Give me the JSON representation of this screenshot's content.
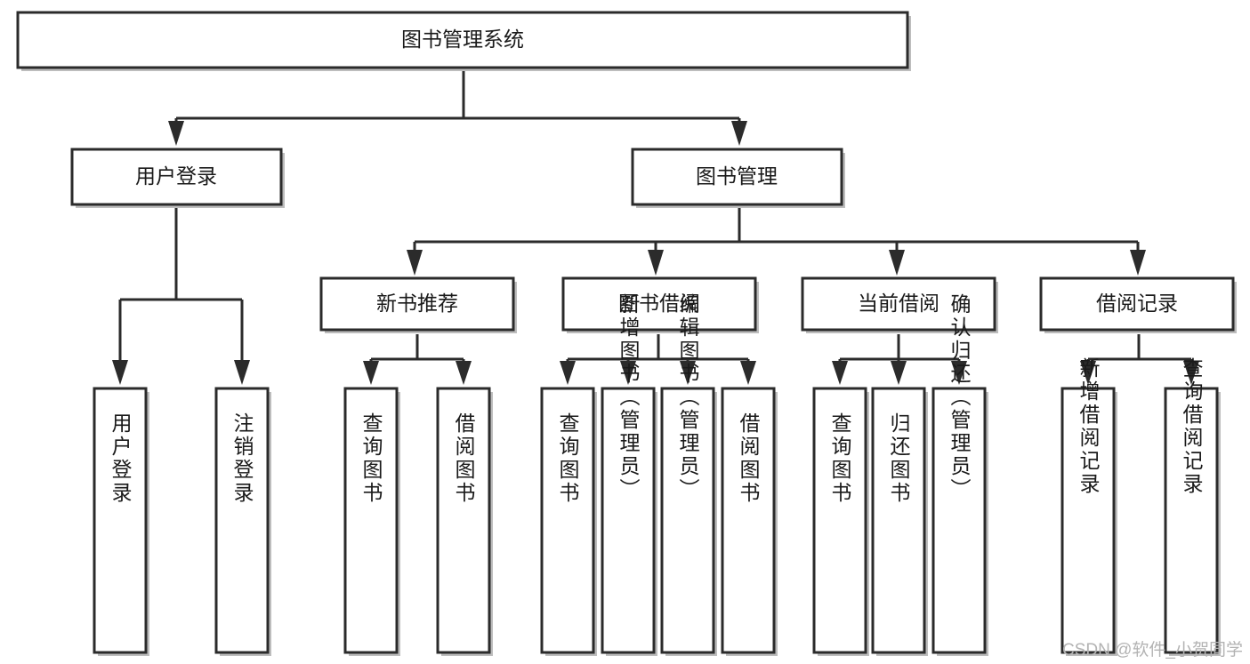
{
  "diagram": {
    "type": "tree-hierarchy-chart",
    "title": "图书管理系统",
    "colors": {
      "stroke": "#2b2b2b",
      "fill": "#ffffff",
      "text": "#1a1a1a",
      "shadow": "#bdbdbd",
      "watermark": "#b3b3b3"
    },
    "levels": {
      "level1": {
        "nodes": [
          {
            "id": "root",
            "label": "图书管理系统"
          }
        ]
      },
      "level2": {
        "nodes": [
          {
            "id": "user-login",
            "label": "用户登录"
          },
          {
            "id": "book-manage",
            "label": "图书管理"
          }
        ]
      },
      "level3": {
        "nodes": [
          {
            "id": "new-book-rec",
            "label": "新书推荐"
          },
          {
            "id": "book-borrow",
            "label": "图书借阅"
          },
          {
            "id": "current-borrow",
            "label": "当前借阅"
          },
          {
            "id": "borrow-record",
            "label": "借阅记录"
          }
        ]
      },
      "level4": {
        "nodes": [
          {
            "id": "leaf-user-login",
            "label": "用户登录",
            "parent": "user-login"
          },
          {
            "id": "leaf-logout-login",
            "label": "注销登录",
            "parent": "user-login"
          },
          {
            "id": "leaf-query-book-1",
            "label": "查询图书",
            "parent": "new-book-rec"
          },
          {
            "id": "leaf-borrow-book-1",
            "label": "借阅图书",
            "parent": "new-book-rec"
          },
          {
            "id": "leaf-query-book-2",
            "label": "查询图书",
            "parent": "book-borrow"
          },
          {
            "id": "leaf-add-book",
            "label": "新增图书（管理员）",
            "parent": "book-borrow"
          },
          {
            "id": "leaf-edit-book",
            "label": "编辑图书（管理员）",
            "parent": "book-borrow"
          },
          {
            "id": "leaf-borrow-book-2",
            "label": "借阅图书",
            "parent": "book-borrow"
          },
          {
            "id": "leaf-query-book-3",
            "label": "查询图书",
            "parent": "current-borrow"
          },
          {
            "id": "leaf-return-book",
            "label": "归还图书",
            "parent": "current-borrow"
          },
          {
            "id": "leaf-confirm-return",
            "label": "确认归还（管理员）",
            "parent": "current-borrow"
          },
          {
            "id": "leaf-add-record",
            "label": "新增借阅记录",
            "parent": "borrow-record"
          },
          {
            "id": "leaf-query-record",
            "label": "查询借阅记录",
            "parent": "borrow-record"
          }
        ]
      }
    }
  },
  "watermark": {
    "text": "CSDN @软件_小贺同学"
  }
}
